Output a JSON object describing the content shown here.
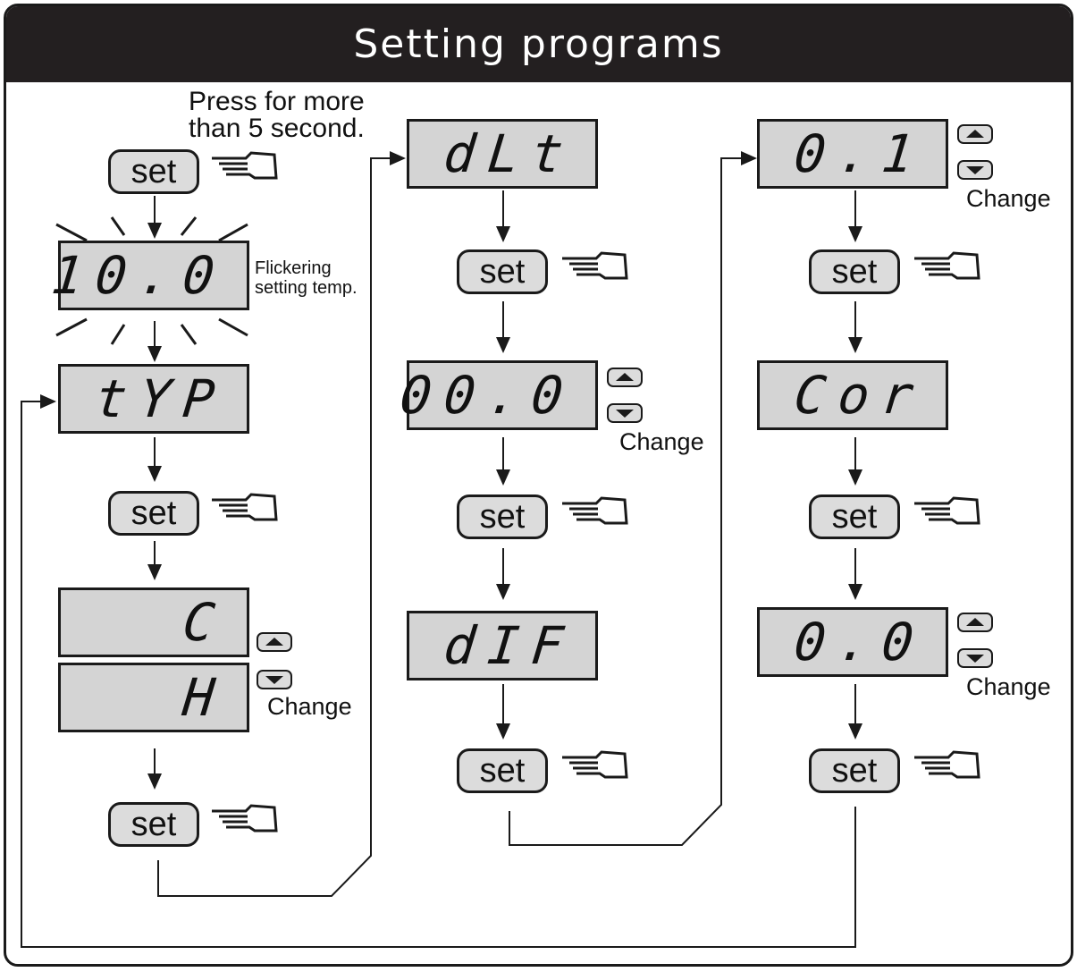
{
  "title": "Setting programs",
  "instruction": {
    "line1": "Press for more",
    "line2": "than 5 second."
  },
  "flicker_note": {
    "line1": "Flickering",
    "line2": "setting temp."
  },
  "set_label": "set",
  "change_label": "Change",
  "displays": {
    "flicker": "10.0",
    "typ": "tYP",
    "c": "C",
    "h": "H",
    "dlt": "dLt",
    "dlt_value": "00.0",
    "dif": "dIF",
    "cor_label_value": "0.1",
    "cor": "Cor",
    "cor_value": "0.0"
  },
  "icons": [
    "hand-pointer-icon",
    "up-arrow-icon",
    "down-arrow-icon"
  ],
  "colors": {
    "header_bg": "#231f20",
    "display_bg": "#d4d4d4",
    "button_bg": "#dcdcdc"
  }
}
